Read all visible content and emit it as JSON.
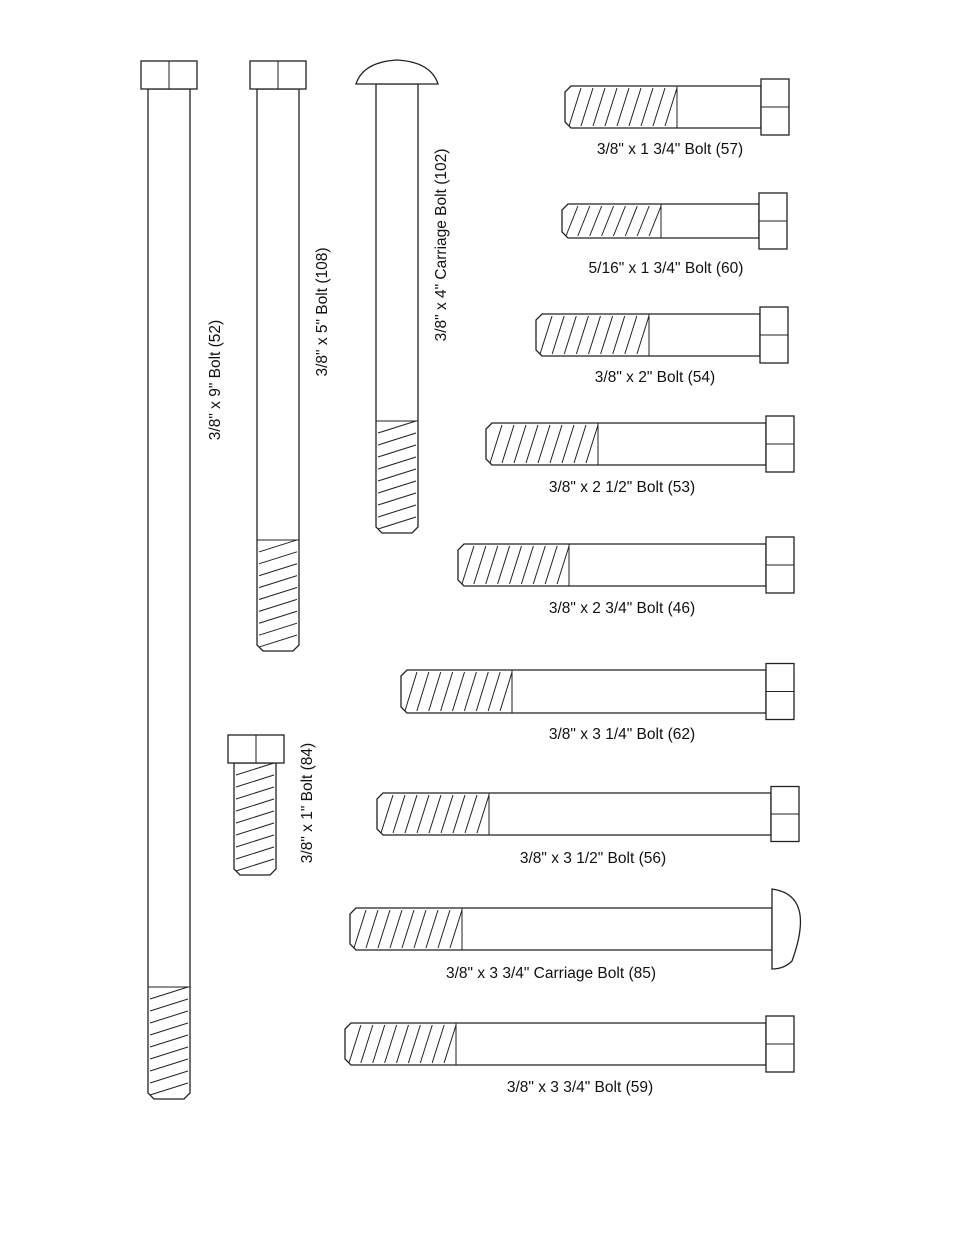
{
  "bolts": [
    {
      "id": "bolt-52",
      "label": "3/8\" x 9\" Bolt (52)",
      "head": "hex"
    },
    {
      "id": "bolt-108",
      "label": "3/8\" x 5\" Bolt (108)",
      "head": "hex"
    },
    {
      "id": "bolt-102",
      "label": "3/8\" x 4\" Carriage Bolt (102)",
      "head": "carriage"
    },
    {
      "id": "bolt-84",
      "label": "3/8\" x 1\" Bolt (84)",
      "head": "hex"
    },
    {
      "id": "bolt-57",
      "label": "3/8\" x 1 3/4\" Bolt (57)",
      "head": "hex"
    },
    {
      "id": "bolt-60",
      "label": "5/16\" x 1 3/4\" Bolt (60)",
      "head": "hex"
    },
    {
      "id": "bolt-54",
      "label": "3/8\" x 2\" Bolt (54)",
      "head": "hex"
    },
    {
      "id": "bolt-53",
      "label": "3/8\" x 2 1/2\" Bolt (53)",
      "head": "hex"
    },
    {
      "id": "bolt-46",
      "label": "3/8\" x 2 3/4\" Bolt (46)",
      "head": "hex"
    },
    {
      "id": "bolt-62",
      "label": "3/8\" x 3 1/4\" Bolt (62)",
      "head": "hex"
    },
    {
      "id": "bolt-56",
      "label": "3/8\" x 3 1/2\" Bolt (56)",
      "head": "hex"
    },
    {
      "id": "bolt-85",
      "label": "3/8\" x 3 3/4\" Carriage Bolt (85)",
      "head": "carriage"
    },
    {
      "id": "bolt-59",
      "label": "3/8\" x 3 3/4\" Bolt (59)",
      "head": "hex"
    }
  ]
}
